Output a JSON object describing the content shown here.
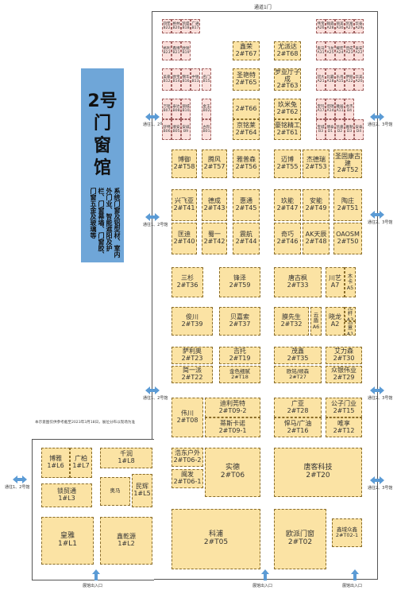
{
  "banner": {
    "title_lines": [
      "2号",
      "门",
      "窗",
      "馆"
    ],
    "desc": "系统门窗及铝型材、室内外门业、智能遮阳及护栏、门窗幕墙、门窗胶、门窗五金及玻璃等"
  },
  "labels": {
    "passage_top": "通道1门",
    "left_1": "通往1、2号馆",
    "left_2": "通往1、2号馆",
    "left_3": "通往1、2号馆",
    "left_4": "通往1、2号馆",
    "right_1": "通往2、3号馆",
    "right_2": "通往2、3号馆",
    "right_3": "通往2、3号馆",
    "right_4": "通往2、3号馆",
    "entrance_1": "展馆出入口",
    "entrance_2": "展馆出入口",
    "entrance_3": "展馆出入口",
    "note": "本示意图仅供参考截至2023年3月18日，展位分布以现场为准"
  },
  "booths": {
    "T67": {
      "name": "鑫荣",
      "code": "2#T67"
    },
    "T65": {
      "name": "圣艳特",
      "code": "2#T65"
    },
    "T68": {
      "name": "尤派达",
      "code": "2#T68"
    },
    "T63": {
      "name": "罗亚厅子成",
      "code": "2#T63"
    },
    "T66": {
      "name": "",
      "code": "2#T66"
    },
    "T64": {
      "name": "京铭莱",
      "code": "2#T64"
    },
    "T62": {
      "name": "玖米兔",
      "code": "2#T62"
    },
    "T61": {
      "name": "豪铭精工",
      "code": "2#T61"
    },
    "T58": {
      "name": "博御",
      "code": "2#T58"
    },
    "T57": {
      "name": "腾风",
      "code": "2#T57"
    },
    "T56": {
      "name": "雅普森",
      "code": "2#T56"
    },
    "T55": {
      "name": "迈博",
      "code": "2#T55"
    },
    "T53": {
      "name": "杰德瑞",
      "code": "2#T53"
    },
    "T52": {
      "name": "圣固康古建",
      "code": "2#T52"
    },
    "T41": {
      "name": "兴飞亚",
      "code": "2#T41"
    },
    "T43": {
      "name": "德成",
      "code": "2#T43"
    },
    "T45": {
      "name": "惠通",
      "code": "2#T45"
    },
    "T47": {
      "name": "玖能",
      "code": "2#T47"
    },
    "T49": {
      "name": "安能",
      "code": "2#T49"
    },
    "T51": {
      "name": "陶庄",
      "code": "2#T51"
    },
    "T40": {
      "name": "匡迪",
      "code": "2#T40"
    },
    "T42": {
      "name": "蜀一",
      "code": "2#T42"
    },
    "T44": {
      "name": "震航",
      "code": "2#T44"
    },
    "T46": {
      "name": "奇巧",
      "code": "2#T46"
    },
    "T48": {
      "name": "AK天辰",
      "code": "2#T48"
    },
    "T50": {
      "name": "OAOSM",
      "code": "2#T50"
    },
    "T36": {
      "name": "三杉",
      "code": "2#T36"
    },
    "T59": {
      "name": "锋泽",
      "code": "2#T59"
    },
    "T33": {
      "name": "唐古枫",
      "code": "2#T33"
    },
    "A7": {
      "name": "川艺",
      "code": "A7"
    },
    "T39": {
      "name": "俊川",
      "code": "2#T39"
    },
    "T37": {
      "name": "贝嘉索",
      "code": "2#T37"
    },
    "T32": {
      "name": "膜先生",
      "code": "2#T32"
    },
    "A2": {
      "name": "晓龙",
      "code": "A2"
    },
    "T23": {
      "name": "萨利奥",
      "code": "2#T23"
    },
    "T19": {
      "name": "吉托",
      "code": "2#T19"
    },
    "T35": {
      "name": "茂鑫",
      "code": "2#T35"
    },
    "T30": {
      "name": "艾力森",
      "code": "2#T30"
    },
    "T22": {
      "name": "简一派",
      "code": "2#T22"
    },
    "T18": {
      "name": "金色细腻",
      "code": "2#T18"
    },
    "T27": {
      "name": "欧铭/顺森",
      "code": "2#T27"
    },
    "T29": {
      "name": "众银伟业",
      "code": "2#T29"
    },
    "T08": {
      "name": "伟川",
      "code": "2#T08"
    },
    "T09-2": {
      "name": "迪利莞特",
      "code": "2#T09-2"
    },
    "T09-1": {
      "name": "蒂斯卡诺",
      "code": "2#T09-1"
    },
    "T28": {
      "name": "广亚",
      "code": "2#T28"
    },
    "T15": {
      "name": "公子门业",
      "code": "2#T15"
    },
    "T16": {
      "name": "悍马/广油",
      "code": "2#T16"
    },
    "T12": {
      "name": "唯享",
      "code": "2#T12"
    },
    "T06-2": {
      "name": "浩东户外",
      "code": "2#T06-2"
    },
    "T06": {
      "name": "实德",
      "code": "2#T06"
    },
    "T20": {
      "name": "唐客科技",
      "code": "2#T20"
    },
    "T06-1": {
      "name": "闽发",
      "code": "2#T06-1"
    },
    "T05": {
      "name": "科浦",
      "code": "2#T05"
    },
    "T02": {
      "name": "欧派门窗",
      "code": "2#T02"
    },
    "T02-1": {
      "name": "鑫域众鑫",
      "code": "2#T02-1"
    },
    "L6": {
      "name": "博雅",
      "code": "1#L6"
    },
    "L7": {
      "name": "广柏",
      "code": "1#L7"
    },
    "L8": {
      "name": "千润",
      "code": "1#L8"
    },
    "L3": {
      "name": "锁贸通",
      "code": "1#L3"
    },
    "L5": {
      "name": "民辉",
      "code": "1#L5"
    },
    "L1": {
      "name": "皇雅",
      "code": "1#L1"
    },
    "L2": {
      "name": "鑫乾源",
      "code": "1#L2"
    }
  },
  "small_booths": {
    "B22": {
      "name": "四堡",
      "code": "B22"
    },
    "B20": {
      "name": "格林",
      "code": "B20"
    },
    "B18": {
      "name": "凯盛",
      "code": "B18"
    },
    "B17": {
      "name": "广通",
      "code": "B17"
    },
    "B23": {
      "name": "格利",
      "code": "B23"
    },
    "B21": {
      "name": "鑫博",
      "code": "B21"
    },
    "B19": {
      "name": "欧锐",
      "code": "B19"
    },
    "A26": {
      "name": "伟宝",
      "code": "A26"
    },
    "A28": {
      "name": "翰森",
      "code": "A28"
    },
    "A30": {
      "name": "丽美",
      "code": "A30"
    },
    "A27": {
      "name": "凯富",
      "code": "A27"
    },
    "A29": {
      "name": "华泰",
      "code": "A29"
    },
    "A31": {
      "name": "奥马",
      "code": "A31"
    },
    "A25": {
      "name": "飞龙",
      "code": "A25"
    },
    "A24": {
      "name": "耀宏",
      "code": "A24"
    },
    "A23": {
      "name": "佳成",
      "code": "A23"
    },
    "A22": {
      "name": "泰安",
      "code": "A22"
    },
    "B12": {
      "name": "美豪",
      "code": "B12"
    },
    "B14": {
      "name": "欧宝",
      "code": "B14"
    },
    "B16": {
      "name": "锦华",
      "code": "B16"
    },
    "B13": {
      "name": "中锐",
      "code": "B13"
    },
    "B15": {
      "name": "名门",
      "code": "B15"
    },
    "B07": {
      "name": "万铝",
      "code": "B07"
    },
    "B08": {
      "name": "泰达",
      "code": "B08"
    },
    "B02": {
      "name": "金玉",
      "code": "B02"
    },
    "B01": {
      "name": "古阶",
      "code": "B01"
    },
    "B06": {
      "name": "舒特",
      "code": "B06"
    },
    "B05": {
      "name": "顺安",
      "code": "B05"
    },
    "A21": {
      "name": "冠大",
      "code": "A21"
    },
    "A18": {
      "name": "比霸",
      "code": "A18"
    },
    "A15": {
      "name": "乐肖",
      "code": "A15"
    },
    "A12": {
      "name": "伊丽",
      "code": "A12"
    },
    "A20": {
      "name": "华美",
      "code": "A20"
    },
    "A17": {
      "name": "宝玛",
      "code": "A17"
    },
    "A14": {
      "name": "佰瑞",
      "code": "A14"
    },
    "A11": {
      "name": "雅居",
      "code": "A11"
    },
    "A5": {
      "name": "木卡",
      "code": "A5"
    },
    "A6": {
      "name": "云盾",
      "code": "A6"
    },
    "A3": {
      "name": "光杆",
      "code": "A3"
    },
    "A1": {
      "name": "创意",
      "code": "A1"
    },
    "B10": {
      "name": "丽城",
      "code": "B10"
    },
    "B9": {
      "name": "安威",
      "code": "B9"
    },
    "B4": {
      "name": "龙杰",
      "code": "B4"
    },
    "B3": {
      "name": "宝城",
      "code": "B3"
    },
    "D1": {
      "name": "博泰",
      "code": "D1"
    },
    "D2": {
      "name": "凯嘉",
      "code": "D2"
    },
    "D3": {
      "name": "雅勒",
      "code": "D3"
    },
    "D4": {
      "name": "安泰",
      "code": "D4"
    }
  }
}
